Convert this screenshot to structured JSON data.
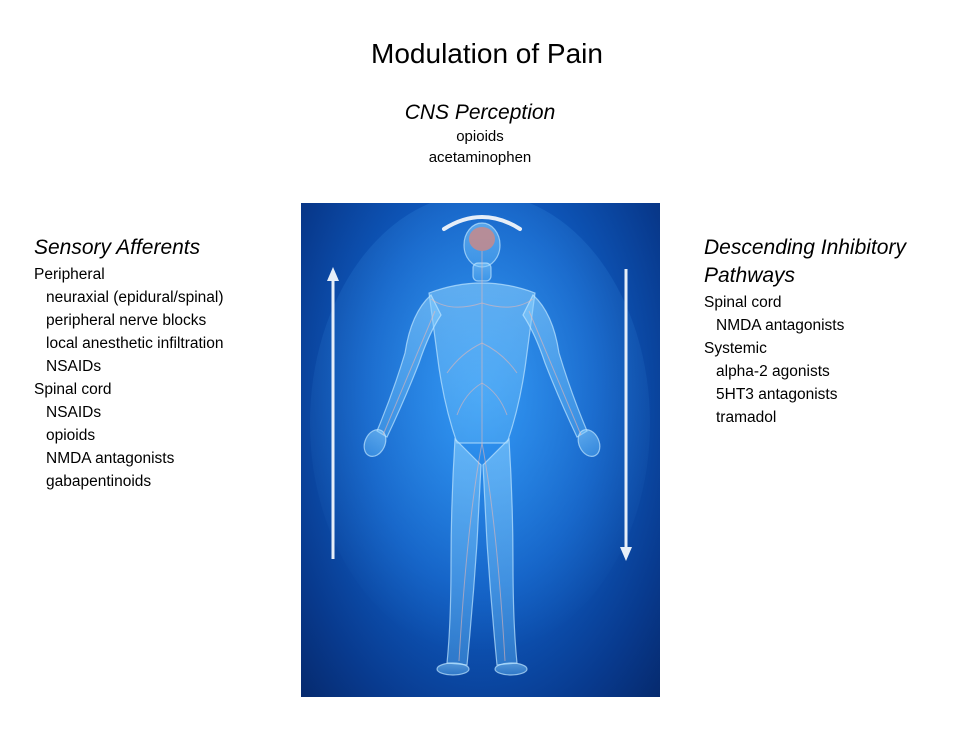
{
  "title": "Modulation of Pain",
  "cns": {
    "heading": "CNS Perception",
    "items": [
      "opioids",
      "acetaminophen"
    ]
  },
  "sensory": {
    "heading": "Sensory Afferents",
    "groups": [
      {
        "label": "Peripheral",
        "items": [
          "neuraxial (epidural/spinal)",
          "peripheral nerve blocks",
          "local anesthetic infiltration",
          "NSAIDs"
        ]
      },
      {
        "label": "Spinal cord",
        "items": [
          "NSAIDs",
          "opioids",
          "NMDA antagonists",
          "gabapentinoids"
        ]
      }
    ]
  },
  "descending": {
    "heading_line1": "Descending Inhibitory",
    "heading_line2": "Pathways",
    "groups": [
      {
        "label": "Spinal cord",
        "items": [
          "NMDA antagonists"
        ]
      },
      {
        "label": "Systemic",
        "items": [
          "alpha-2 agonists",
          "5HT3 antagonists",
          "tramadol"
        ]
      }
    ]
  },
  "colors": {
    "figure_bg": "#0f5cc2",
    "arrow": "#e6eef8",
    "brain": "#c88a8a"
  }
}
